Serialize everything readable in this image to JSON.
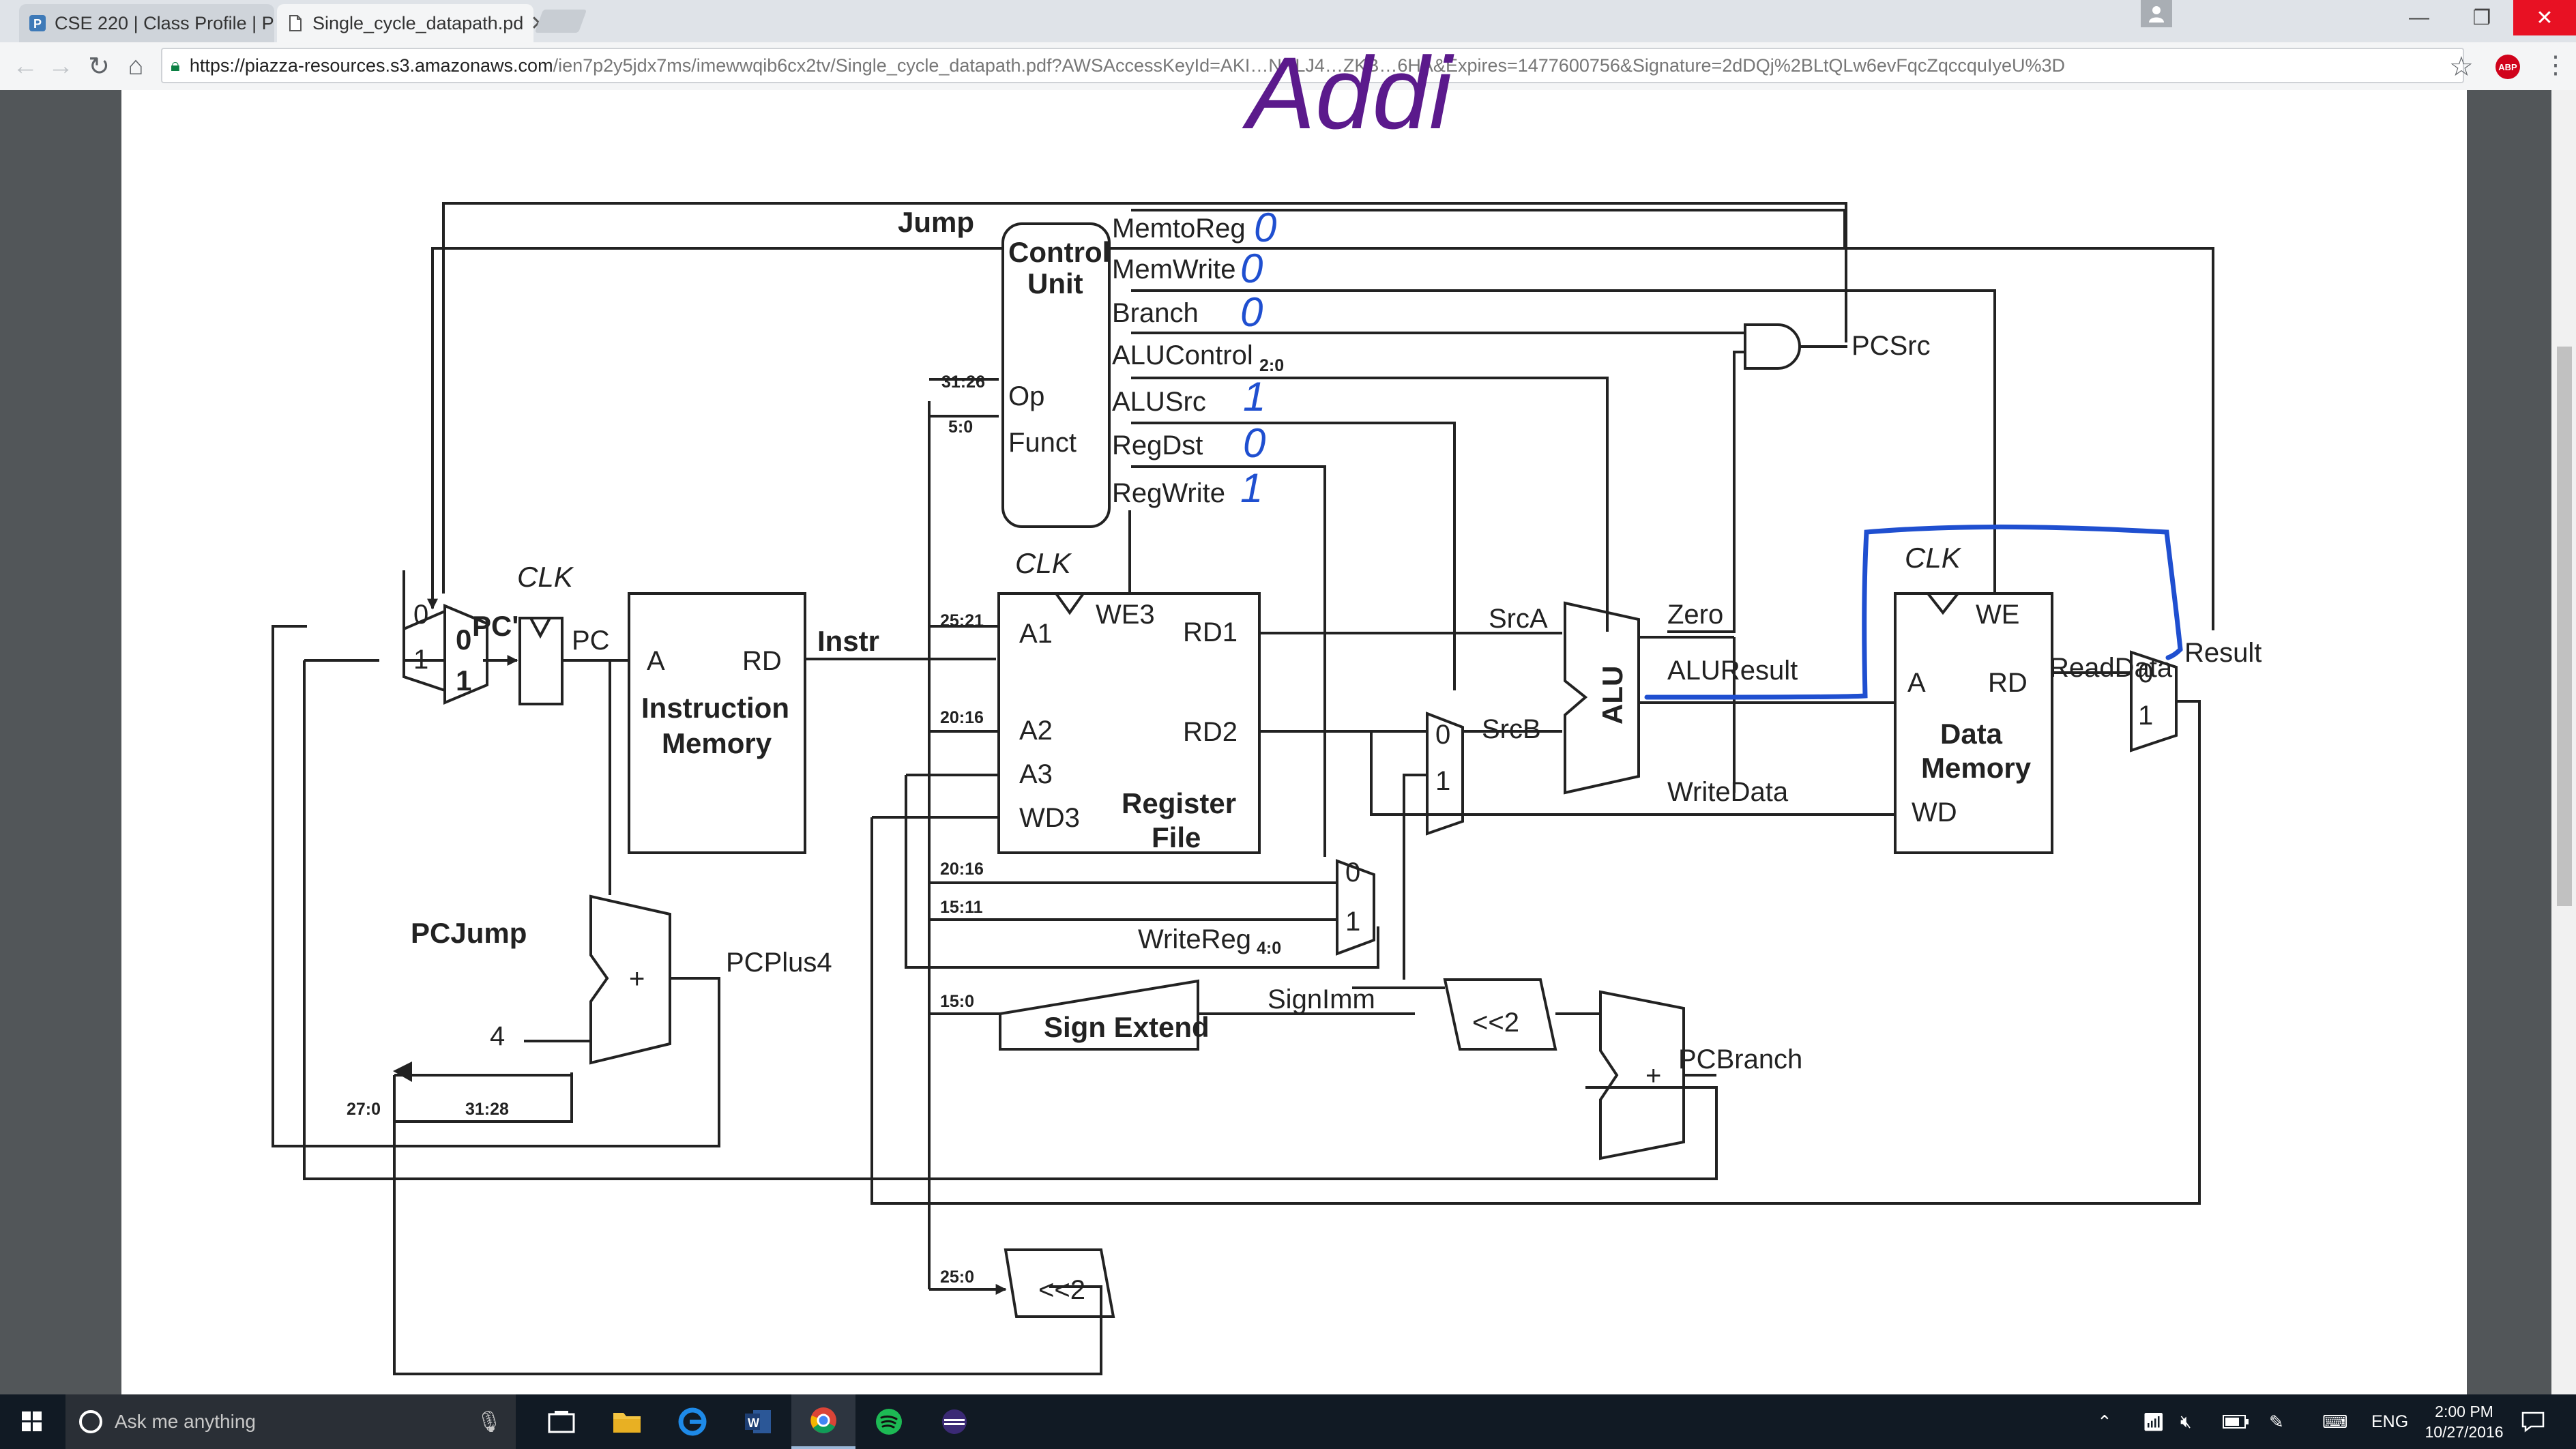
{
  "browser": {
    "tabs": [
      {
        "title": "CSE 220 | Class Profile | P"
      },
      {
        "title": "Single_cycle_datapath.pd"
      }
    ],
    "url_host": "https://piazza-resources.s3.amazonaws.com",
    "url_path": "/ien7p2y5jdx7ms/imewwqib6cx2tv/Single_cycle_datapath.pdf?AWSAccessKeyId=AKI…NRLJ4…ZKB…6HA&Expires=1477600756&Signature=2dDQj%2BLtQLw6evFqcZqccquIyeU%3D",
    "abp_label": "ABP"
  },
  "annotation": {
    "title": "Addi",
    "control_values": [
      "0",
      "0",
      "0",
      "1",
      "0",
      "1"
    ]
  },
  "diagram": {
    "control_unit": {
      "title_line1": "Control",
      "title_line2": "Unit",
      "op": "Op",
      "funct": "Funct"
    },
    "control_signals": {
      "memtoreg": "MemtoReg",
      "memwrite": "MemWrite",
      "branch": "Branch",
      "alucontrol": "ALUControl",
      "alucontrol_sub": "2:0",
      "alusrc": "ALUSrc",
      "regdst": "RegDst",
      "regwrite": "RegWrite"
    },
    "jump": "Jump",
    "pcsrc": "PCSrc",
    "clk": "CLK",
    "pc_prime": "PC'",
    "pc": "PC",
    "instr_mem": {
      "a": "A",
      "rd": "RD",
      "line1": "Instruction",
      "line2": "Memory"
    },
    "instr": "Instr",
    "reg_file": {
      "a1": "A1",
      "a2": "A2",
      "a3": "A3",
      "wd3": "WD3",
      "we3": "WE3",
      "rd1": "RD1",
      "rd2": "RD2",
      "line1": "Register",
      "line2": "File"
    },
    "bit_fields": {
      "f3126": "31:26",
      "f50": "5:0",
      "f2521": "25:21",
      "f2016a": "20:16",
      "f2016b": "20:16",
      "f1511": "15:11",
      "f150": "15:0",
      "f250": "25:0",
      "f270": "27:0",
      "f3128": "31:28"
    },
    "srca": "SrcA",
    "srcb": "SrcB",
    "alu": "ALU",
    "zero": "Zero",
    "aluresult": "ALUResult",
    "writedata": "WriteData",
    "data_mem": {
      "we": "WE",
      "a": "A",
      "rd": "RD",
      "wd": "WD",
      "line1": "Data",
      "line2": "Memory"
    },
    "readdata": "ReadData",
    "result": "Result",
    "writereg": "WriteReg",
    "writereg_sub": "4:0",
    "sign_extend": "Sign Extend",
    "signimm": "SignImm",
    "shift": "<<2",
    "pcbranch": "PCBranch",
    "pcplus4": "PCPlus4",
    "pcjump": "PCJump",
    "four": "4",
    "mux0": "0",
    "mux1": "1",
    "plus": "+"
  },
  "taskbar": {
    "search_placeholder": "Ask me anything",
    "language": "ENG",
    "time": "2:00 PM",
    "date": "10/27/2016"
  },
  "colors": {
    "annotation_ink": "#5b1a8c",
    "highlight_ink": "#1f4fd0",
    "win_close": "#e81123"
  }
}
